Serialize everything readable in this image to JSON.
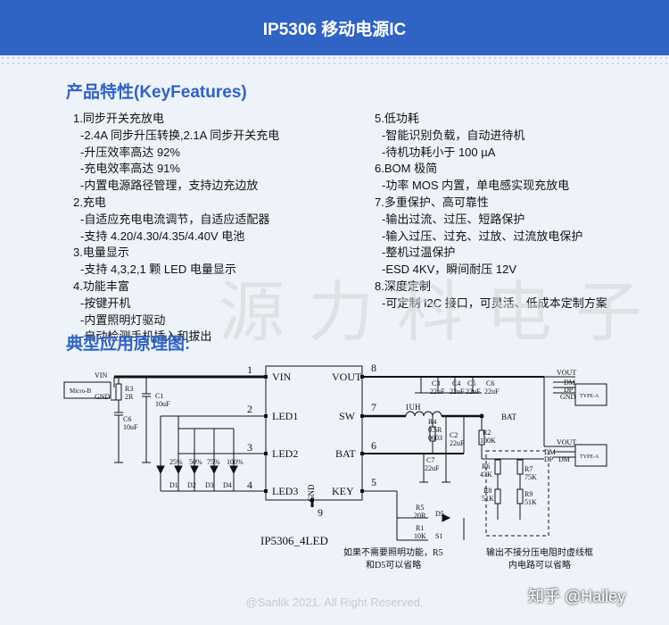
{
  "title": "IP5306 移动电源IC",
  "features_heading": "产品特性(KeyFeatures)",
  "features_left": [
    "1.同步开关充放电",
    "-2.4A 同步升压转换,2.1A 同步开关充电",
    "-升压效率高达 92%",
    "-充电效率高达 91%",
    "-内置电源路径管理，支持边充边放",
    "2.充电",
    "-自适应充电电流调节，自适应适配器",
    "-支持 4.20/4.30/4.35/4.40V 电池",
    "3.电量显示",
    "-支持 4,3,2,1 颗 LED 电量显示",
    "4.功能丰富",
    "-按键开机",
    "-内置照明灯驱动",
    "-自动检测手机插入和拔出"
  ],
  "features_right": [
    "5.低功耗",
    "-智能识别负载，自动进待机",
    "-待机功耗小于 100 µA",
    "6.BOM 极简",
    "-功率 MOS 内置，单电感实现充放电",
    "7.多重保护、高可靠性",
    "-输出过流、过压、短路保护",
    "-输入过压、过充、过放、过流放电保护",
    "-整机过温保护",
    "-ESD 4KV，瞬间耐压 12V",
    "8.深度定制",
    "-可定制 I2C 接口，可灵活、低成本定制方案"
  ],
  "watermark": "源力科电子",
  "schematic_heading": "典型应用原理图:",
  "schematic": {
    "chip_name": "IP5306_4LED",
    "micro_usb": "Micro-B",
    "type_a_1": "TYPE-A",
    "type_a_2": "TYPE-A",
    "pins_left": [
      "VIN",
      "LED1",
      "LED2",
      "LED3"
    ],
    "pins_left_num": [
      "1",
      "2",
      "3",
      "4"
    ],
    "pins_right": [
      "VOUT",
      "SW",
      "BAT",
      "KEY"
    ],
    "pins_right_num": [
      "8",
      "7",
      "6",
      "5"
    ],
    "gnd_pin": "GND",
    "gnd_num": "9",
    "net_vin": "VIN",
    "net_gnd": "GND",
    "net_vout_1": "VOUT",
    "net_vout_2": "VOUT",
    "net_bat": "BAT",
    "inductor": "1UH",
    "r3": [
      "R3",
      "2R"
    ],
    "c1": [
      "C1",
      "10uF"
    ],
    "c6_in": [
      "C6",
      "10uF"
    ],
    "out_caps": [
      [
        "C3",
        "22uF"
      ],
      [
        "C4",
        "22uF"
      ],
      [
        "C5",
        "22uF"
      ],
      [
        "C6",
        "22uF"
      ]
    ],
    "r4": [
      "R4",
      "0.5R",
      "0603"
    ],
    "c2": [
      "C2",
      "22uF"
    ],
    "c7": [
      "C7",
      "22uF"
    ],
    "r2": [
      "R2",
      "100K"
    ],
    "r6": [
      "R6",
      "43K"
    ],
    "r7": [
      "R7",
      "75K"
    ],
    "r8": [
      "R8",
      "51K"
    ],
    "r9": [
      "R9",
      "51K"
    ],
    "r5": [
      "R5",
      "20R"
    ],
    "r1": [
      "R1",
      "10K"
    ],
    "d5": "D5",
    "s1": "S1",
    "leds": [
      "D1",
      "D2",
      "D3",
      "D4"
    ],
    "led_pct": [
      "25%",
      "50%",
      "75%",
      "100%"
    ],
    "usb_pins_1": [
      "DM",
      "DP",
      "GND"
    ],
    "usb_pins_2": [
      "DM",
      "DP",
      "DM"
    ],
    "note_left_1": "如果不需要照明功能，R5",
    "note_left_2": "和D5可以省略",
    "note_right_1": "输出不接分压电阻时虚线框",
    "note_right_2": "内电路可以省略"
  },
  "footer_copyright": "@Sanlik 2021. All Right Reserved.",
  "footer_author": "知乎 @Hailey"
}
